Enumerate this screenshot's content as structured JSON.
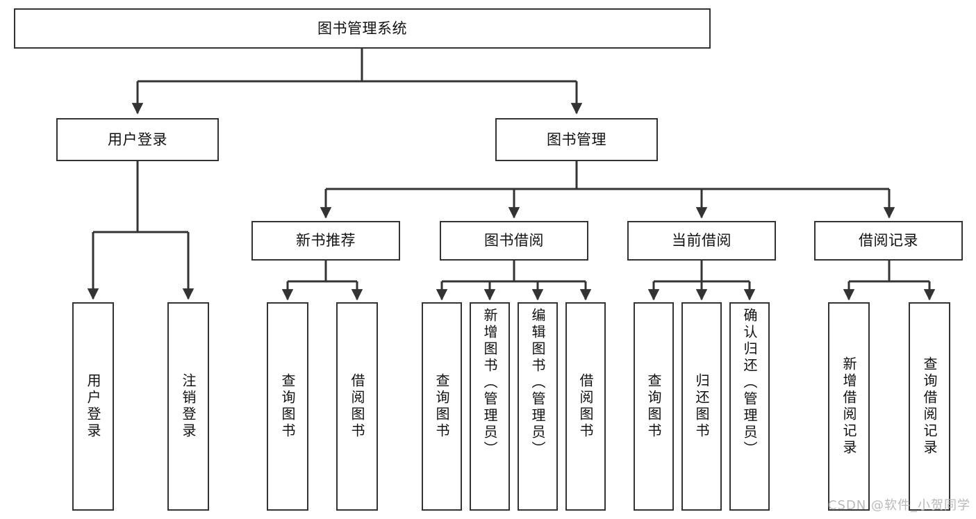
{
  "diagram": {
    "type": "hierarchy-tree",
    "root": {
      "id": "root",
      "label": "图书管理系统"
    },
    "level2": [
      {
        "id": "user-login",
        "label": "用户登录"
      },
      {
        "id": "book-management",
        "label": "图书管理"
      }
    ],
    "level3": [
      {
        "id": "new-book-recommend",
        "label": "新书推荐",
        "parent": "book-management"
      },
      {
        "id": "book-borrow",
        "label": "图书借阅",
        "parent": "book-management"
      },
      {
        "id": "current-borrow",
        "label": "当前借阅",
        "parent": "book-management"
      },
      {
        "id": "borrow-record",
        "label": "借阅记录",
        "parent": "book-management"
      }
    ],
    "leaves": [
      {
        "id": "leaf-user-login",
        "label": "用户登录",
        "parent": "user-login",
        "align": "center"
      },
      {
        "id": "leaf-user-logout",
        "label": "注销登录",
        "parent": "user-login",
        "align": "center"
      },
      {
        "id": "leaf-query-book-1",
        "label": "查询图书",
        "parent": "new-book-recommend",
        "align": "center"
      },
      {
        "id": "leaf-borrow-book-1",
        "label": "借阅图书",
        "parent": "new-book-recommend",
        "align": "center"
      },
      {
        "id": "leaf-query-book-2",
        "label": "查询图书",
        "parent": "book-borrow",
        "align": "center"
      },
      {
        "id": "leaf-add-book",
        "label": "新增图书（管理员）",
        "parent": "book-borrow",
        "align": "top"
      },
      {
        "id": "leaf-edit-book",
        "label": "编辑图书（管理员）",
        "parent": "book-borrow",
        "align": "top"
      },
      {
        "id": "leaf-borrow-book-2",
        "label": "借阅图书",
        "parent": "book-borrow",
        "align": "center"
      },
      {
        "id": "leaf-query-book-3",
        "label": "查询图书",
        "parent": "current-borrow",
        "align": "center"
      },
      {
        "id": "leaf-return-book",
        "label": "归还图书",
        "parent": "current-borrow",
        "align": "center"
      },
      {
        "id": "leaf-confirm-return",
        "label": "确认归还（管理员）",
        "parent": "current-borrow",
        "align": "top"
      },
      {
        "id": "leaf-add-record",
        "label": "新增借阅记录",
        "parent": "borrow-record",
        "align": "center"
      },
      {
        "id": "leaf-query-record",
        "label": "查询借阅记录",
        "parent": "borrow-record",
        "align": "center"
      }
    ]
  },
  "watermark": {
    "text": "CSDN @软件_小贺同学"
  },
  "colors": {
    "stroke": "#333333",
    "background": "#ffffff",
    "text": "#111111",
    "watermark": "#b9b9b9"
  }
}
